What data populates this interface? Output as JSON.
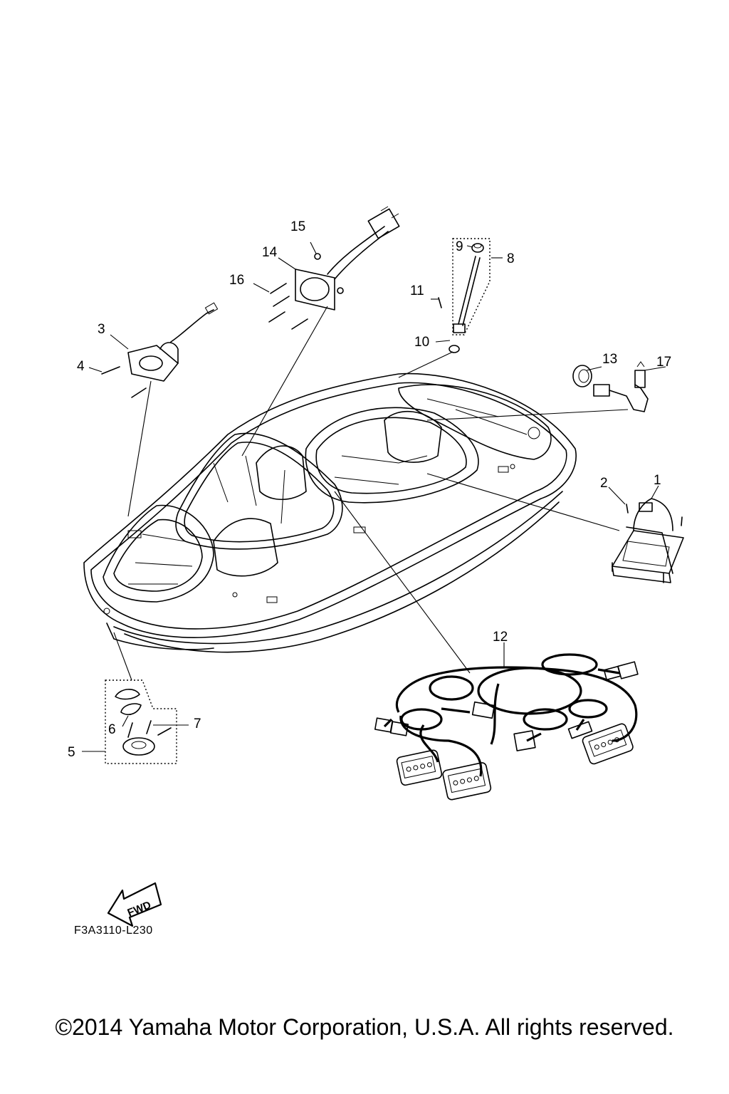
{
  "callouts": {
    "c1": "1",
    "c2": "2",
    "c3": "3",
    "c4": "4",
    "c5": "5",
    "c6": "6",
    "c7": "7",
    "c8": "8",
    "c9": "9",
    "c10": "10",
    "c11": "11",
    "c12": "12",
    "c13": "13",
    "c14": "14",
    "c15": "15",
    "c16": "16",
    "c17": "17"
  },
  "fwd_label": "FWD",
  "figure_code": "F3A3110-L230",
  "copyright": "©2014 Yamaha Motor Corporation, U.S.A. All rights reserved."
}
